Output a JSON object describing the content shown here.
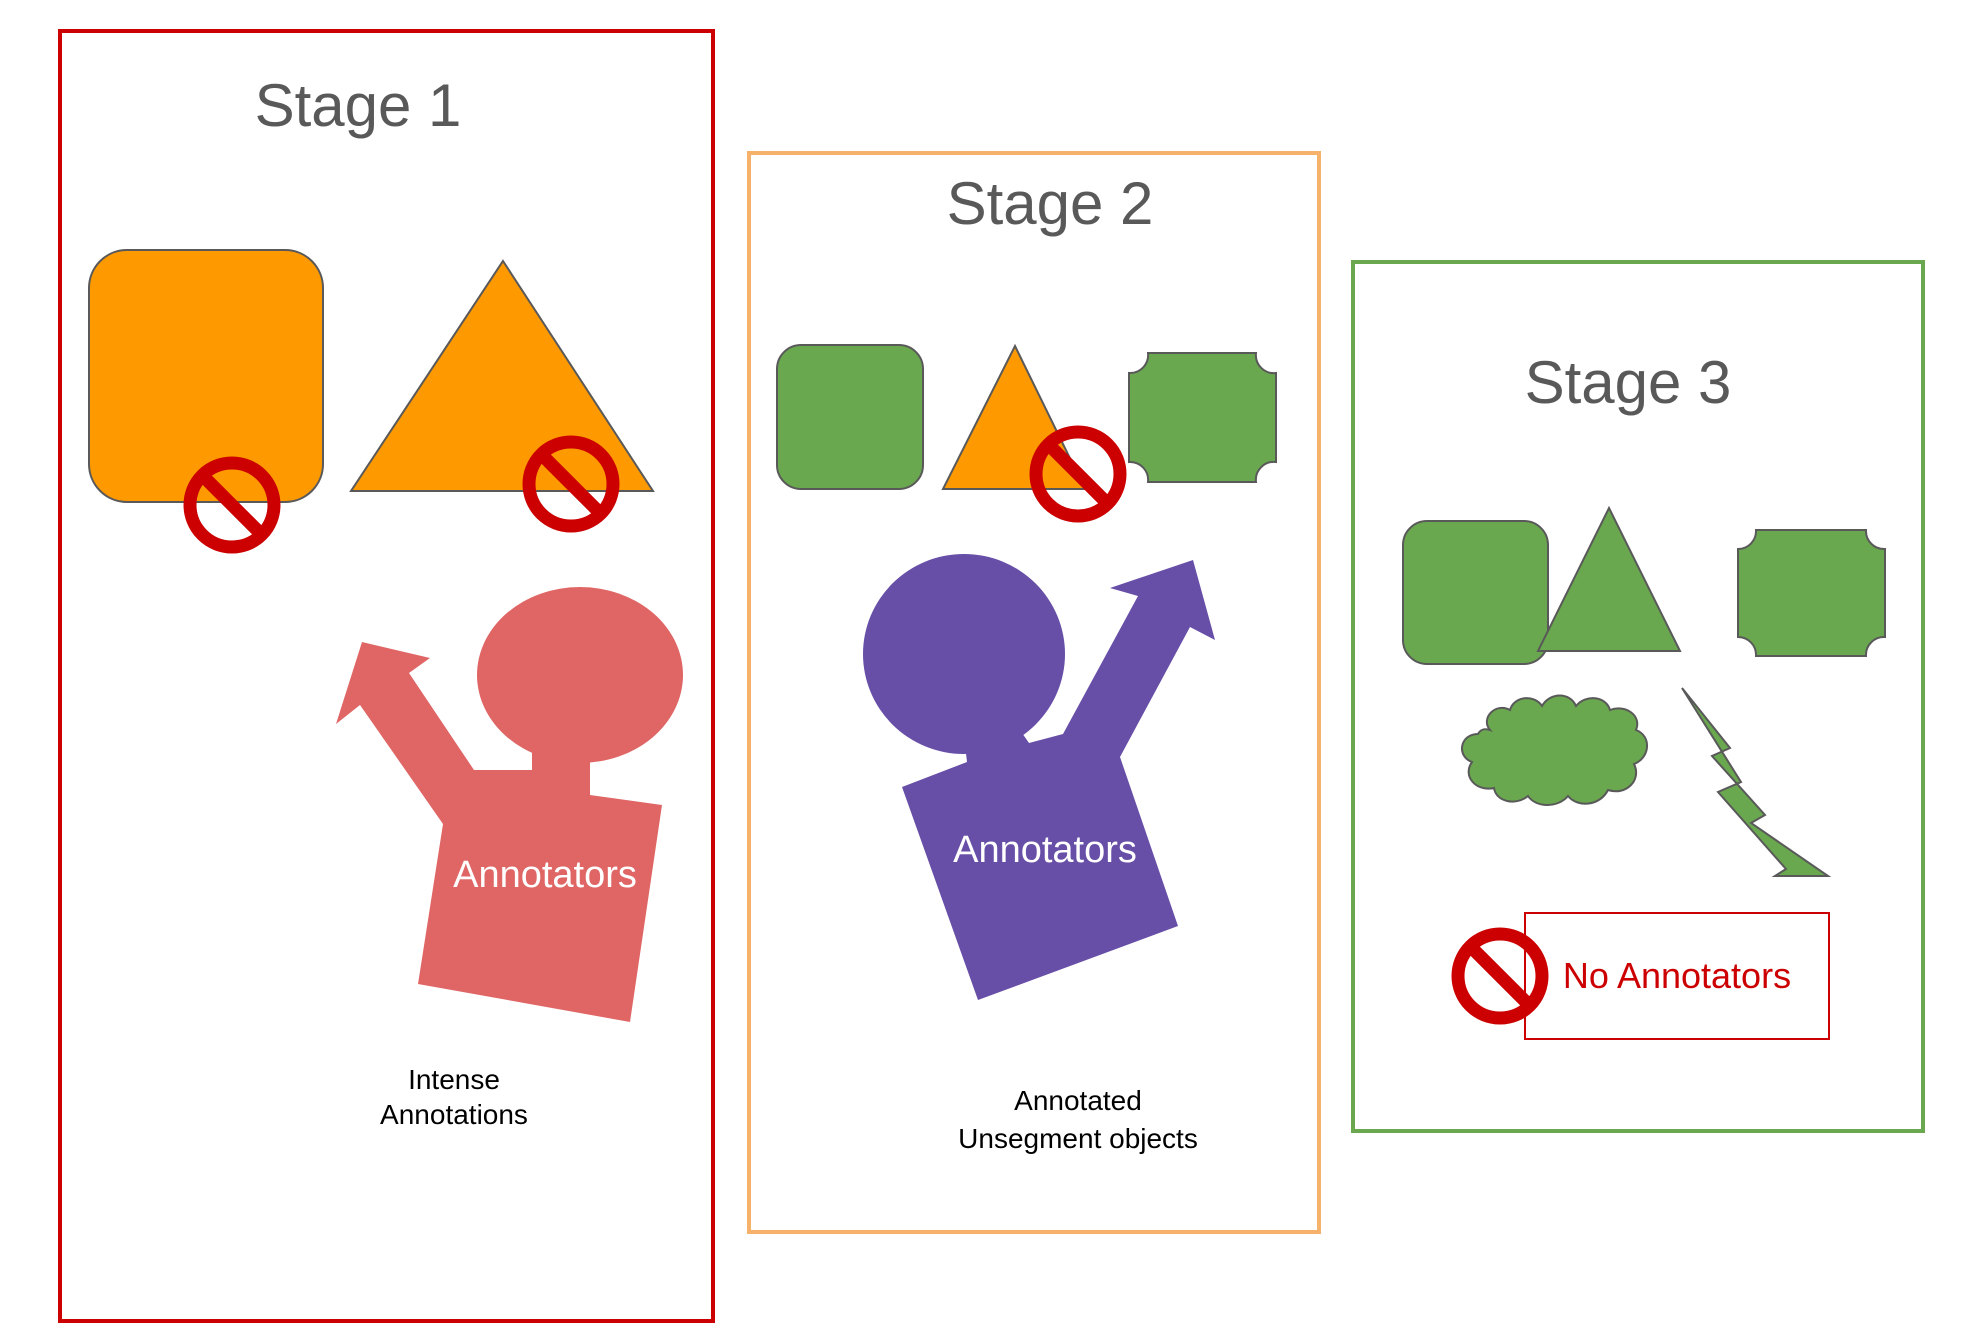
{
  "stages": [
    {
      "title": "Stage 1",
      "frame_color": "#cc0000",
      "annotator_label": "Annotators",
      "annotator_color": "#e06666",
      "caption_lines": [
        "Intense",
        "Annotations"
      ]
    },
    {
      "title": "Stage 2",
      "frame_color": "#f6b26b",
      "annotator_label": "Annotators",
      "annotator_color": "#674ea7",
      "caption_lines": [
        "Annotated",
        "Unsegment objects"
      ]
    },
    {
      "title": "Stage 3",
      "frame_color": "#6aa84f",
      "no_annotators_label": "No Annotators"
    }
  ],
  "colors": {
    "orange_shape": "#ff9900",
    "green_shape": "#6aa84f",
    "prohibit_red": "#cc0000",
    "shape_outline": "#595959"
  },
  "icons": [
    "prohibited-icon",
    "rounded-square-shape",
    "triangle-shape",
    "notched-square-shape",
    "cloud-shape",
    "lightning-shape",
    "annotator-figure"
  ]
}
